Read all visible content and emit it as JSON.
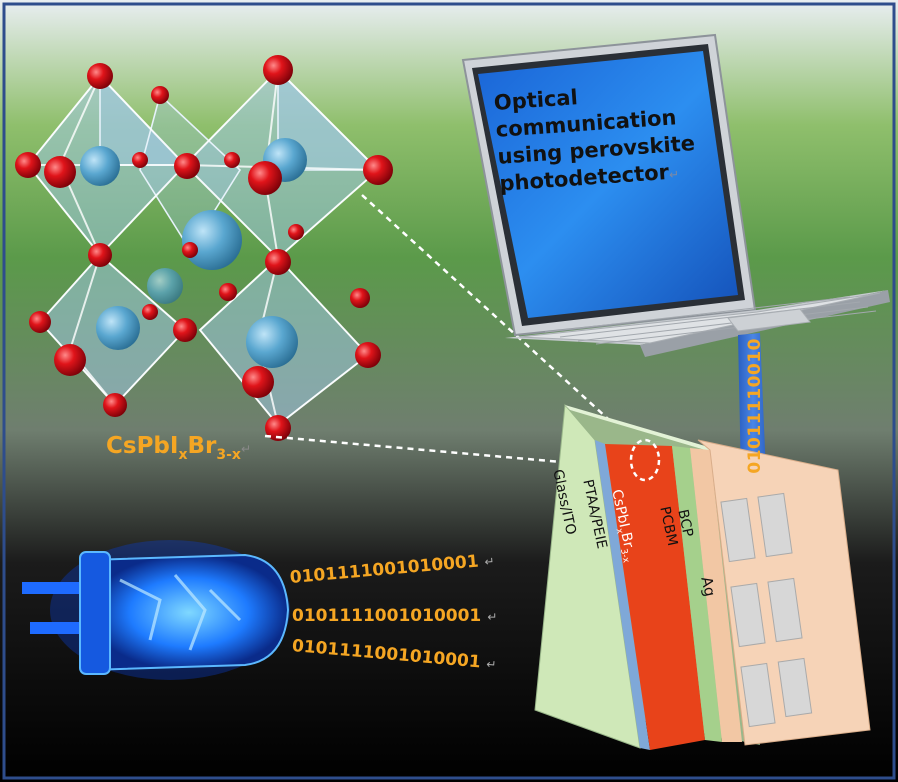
{
  "laptop": {
    "screen_lines": [
      "Optical",
      "communication",
      "using perovskite",
      "photodetector"
    ],
    "return_mark": "↵"
  },
  "crystal": {
    "formula": {
      "base": "CsPbI",
      "sub1": "x",
      "mid": "Br",
      "sub2": "3-x"
    },
    "return_mark": "↵"
  },
  "signals": {
    "bit_lines": [
      "0101111001010001",
      "0101111001010001",
      "0101111001010001"
    ],
    "return_mark": "↵",
    "cable_bits": "01011110010"
  },
  "device": {
    "layers": {
      "glass": "Glass/ITO",
      "ptaa": "PTAA/PEIE",
      "perovskite_base": "CsPbI",
      "perovskite_sub1": "x",
      "perovskite_mid": "Br",
      "perovskite_sub2": "3-x",
      "pcbm": "PCBM",
      "bcp": "BCP",
      "electrode": "Ag"
    }
  },
  "colors": {
    "accent_text": "#f5a623",
    "frame_border": "#2e4d8c",
    "perovskite_layer": "#e8431a",
    "glass_layer": "#cfe8b8",
    "electrode_layer": "#f6d3b7",
    "led_blue": "#1e7bff"
  }
}
